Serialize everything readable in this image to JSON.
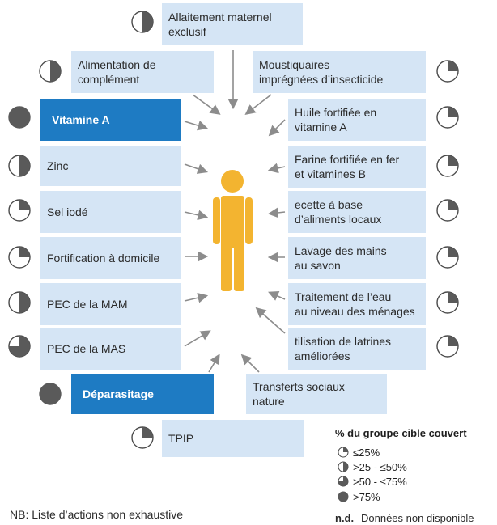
{
  "colors": {
    "box_light": "#d5e5f5",
    "box_dark": "#1e7bc3",
    "person": "#f3b430",
    "arrow": "#8c8c8c",
    "coverage_fill": "#5a5a5a"
  },
  "interventions": [
    {
      "id": "allaitement",
      "label": "Allaitement maternel\nexclusif",
      "coverage": 2,
      "highlight": false
    },
    {
      "id": "alimentation-complement",
      "label": "Alimentation de\ncomplément",
      "coverage": 2,
      "highlight": false
    },
    {
      "id": "moustiquaires",
      "label": "Moustiquaires\nimprégnées d’insecticide",
      "coverage": 1,
      "highlight": false
    },
    {
      "id": "vitamine-a",
      "label": "Vitamine A",
      "coverage": 4,
      "highlight": true
    },
    {
      "id": "huile-fortifiee",
      "label": "Huile fortifiée en\nvitamine A",
      "coverage": 1,
      "highlight": false
    },
    {
      "id": "zinc",
      "label": "Zinc",
      "coverage": 2,
      "highlight": false
    },
    {
      "id": "farine-fortifiee",
      "label": "Farine fortifiée en fer\net vitamines B",
      "coverage": 1,
      "highlight": false
    },
    {
      "id": "sel-iode",
      "label": "Sel iodé",
      "coverage": 1,
      "highlight": false
    },
    {
      "id": "recette-aliments-locaux",
      "label": "  ecette à base\nd’aliments locaux",
      "coverage": 1,
      "highlight": false
    },
    {
      "id": "fortification-domicile",
      "label": "Fortification à domicile",
      "coverage": 1,
      "highlight": false
    },
    {
      "id": "lavage-mains",
      "label": "Lavage des mains\nau savon",
      "coverage": 1,
      "highlight": false
    },
    {
      "id": "pec-mam",
      "label": "PEC de la MAM",
      "coverage": 2,
      "highlight": false
    },
    {
      "id": "traitement-eau",
      "label": "Traitement de l’eau\nau niveau des ménages",
      "coverage": 1,
      "highlight": false
    },
    {
      "id": "pec-mas",
      "label": "PEC de la MAS",
      "coverage": 3,
      "highlight": false
    },
    {
      "id": "latrines",
      "label": "  tilisation de latrines\naméliorées",
      "coverage": 1,
      "highlight": false
    },
    {
      "id": "deparasitage",
      "label": "Déparasitage",
      "coverage": 4,
      "highlight": true
    },
    {
      "id": "transferts-sociaux",
      "label": "Transferts sociaux\n   nature",
      "coverage": null,
      "highlight": false
    },
    {
      "id": "tpip",
      "label": "TPIP",
      "coverage": 1,
      "highlight": false
    }
  ],
  "legend": {
    "title": "% du groupe cible couvert",
    "items": [
      {
        "level": 1,
        "label": "≤25%"
      },
      {
        "level": 2,
        "label": ">25 - ≤50%"
      },
      {
        "level": 3,
        "label": ">50 - ≤75%"
      },
      {
        "level": 4,
        "label": ">75%"
      }
    ],
    "nd_key": "n.d.",
    "nd_label": "Données non disponible"
  },
  "note": "NB: Liste d’actions non exhaustive"
}
